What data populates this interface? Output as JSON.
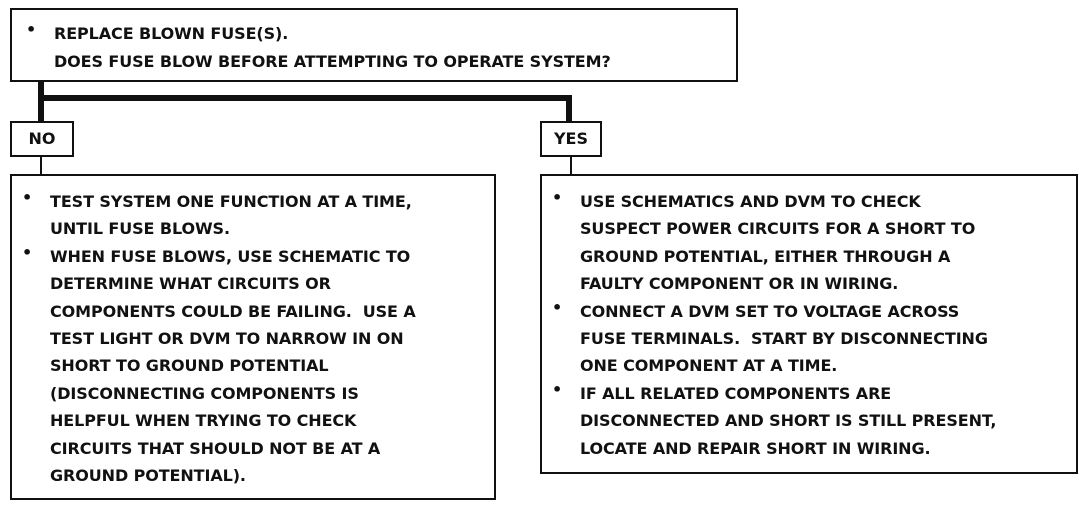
{
  "question": {
    "bullet": "•",
    "lines": [
      "REPLACE BLOWN FUSE(S).",
      "DOES FUSE BLOW BEFORE ATTEMPTING TO OPERATE SYSTEM?"
    ]
  },
  "branches": {
    "no_label": "NO",
    "yes_label": "YES"
  },
  "no_box": {
    "items": [
      {
        "bullet": "•",
        "lines": [
          "TEST SYSTEM ONE FUNCTION AT A TIME,",
          "UNTIL FUSE BLOWS."
        ]
      },
      {
        "bullet": "•",
        "lines": [
          "WHEN FUSE BLOWS, USE SCHEMATIC TO",
          "DETERMINE WHAT CIRCUITS OR",
          "COMPONENTS COULD BE FAILING.  USE A",
          "TEST LIGHT OR DVM TO NARROW IN ON",
          "SHORT TO GROUND POTENTIAL",
          "(DISCONNECTING COMPONENTS IS",
          "HELPFUL WHEN TRYING TO CHECK",
          "CIRCUITS THAT SHOULD NOT BE AT A",
          "GROUND POTENTIAL)."
        ]
      }
    ]
  },
  "yes_box": {
    "items": [
      {
        "bullet": "•",
        "lines": [
          "USE SCHEMATICS AND DVM TO CHECK",
          "SUSPECT POWER CIRCUITS FOR A SHORT TO",
          "GROUND POTENTIAL, EITHER THROUGH A",
          "FAULTY COMPONENT OR IN WIRING."
        ]
      },
      {
        "bullet": "•",
        "lines": [
          "CONNECT A DVM SET TO VOLTAGE ACROSS",
          "FUSE TERMINALS.  START BY DISCONNECTING",
          "ONE COMPONENT AT A TIME."
        ]
      },
      {
        "bullet": "•",
        "lines": [
          "IF ALL RELATED COMPONENTS ARE",
          "DISCONNECTED AND SHORT IS STILL PRESENT,",
          "LOCATE AND REPAIR SHORT IN WIRING."
        ]
      }
    ]
  }
}
